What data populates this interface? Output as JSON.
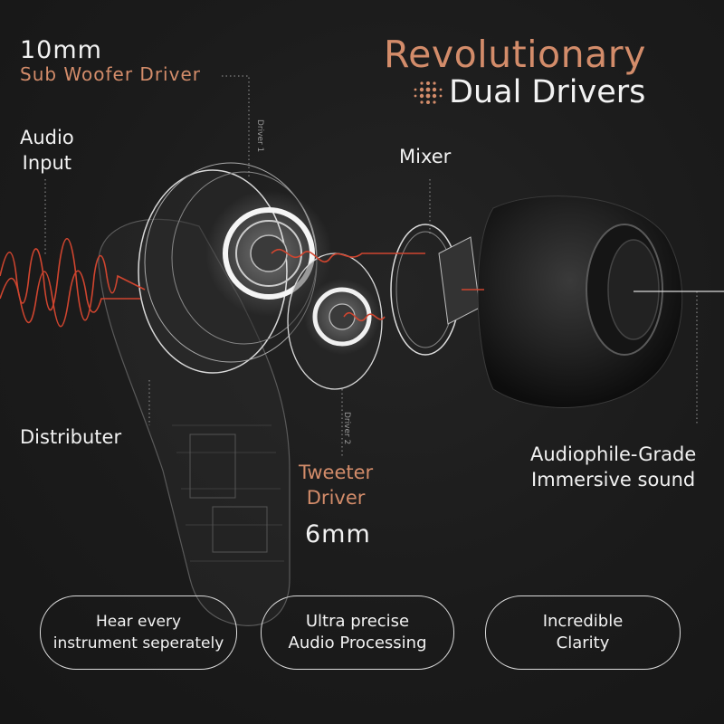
{
  "headline": {
    "line1": "Revolutionary",
    "line2": "Dual Drivers"
  },
  "sub_woofer": {
    "size": "10mm",
    "name": "Sub Woofer Driver"
  },
  "audio_input": {
    "line1": "Audio",
    "line2": "Input"
  },
  "mixer": "Mixer",
  "distributer": "Distributer",
  "tweeter": {
    "line1": "Tweeter",
    "line2": "Driver",
    "size": "6mm"
  },
  "audiophile": {
    "line1": "Audiophile-Grade",
    "line2": "Immersive sound"
  },
  "driver_tags": {
    "driver1": "Driver 1",
    "driver2": "Driver 2"
  },
  "features": [
    {
      "line1": "Hear every",
      "line2": "instrument seperately"
    },
    {
      "line1": "Ultra precise",
      "line2": "Audio Processing"
    },
    {
      "line1": "Incredible",
      "line2": "Clarity"
    }
  ],
  "colors": {
    "accent": "#d38c6a",
    "wave": "#d0452f",
    "background": "#1b1b1b"
  },
  "icons": [
    "dots-grid-icon"
  ]
}
